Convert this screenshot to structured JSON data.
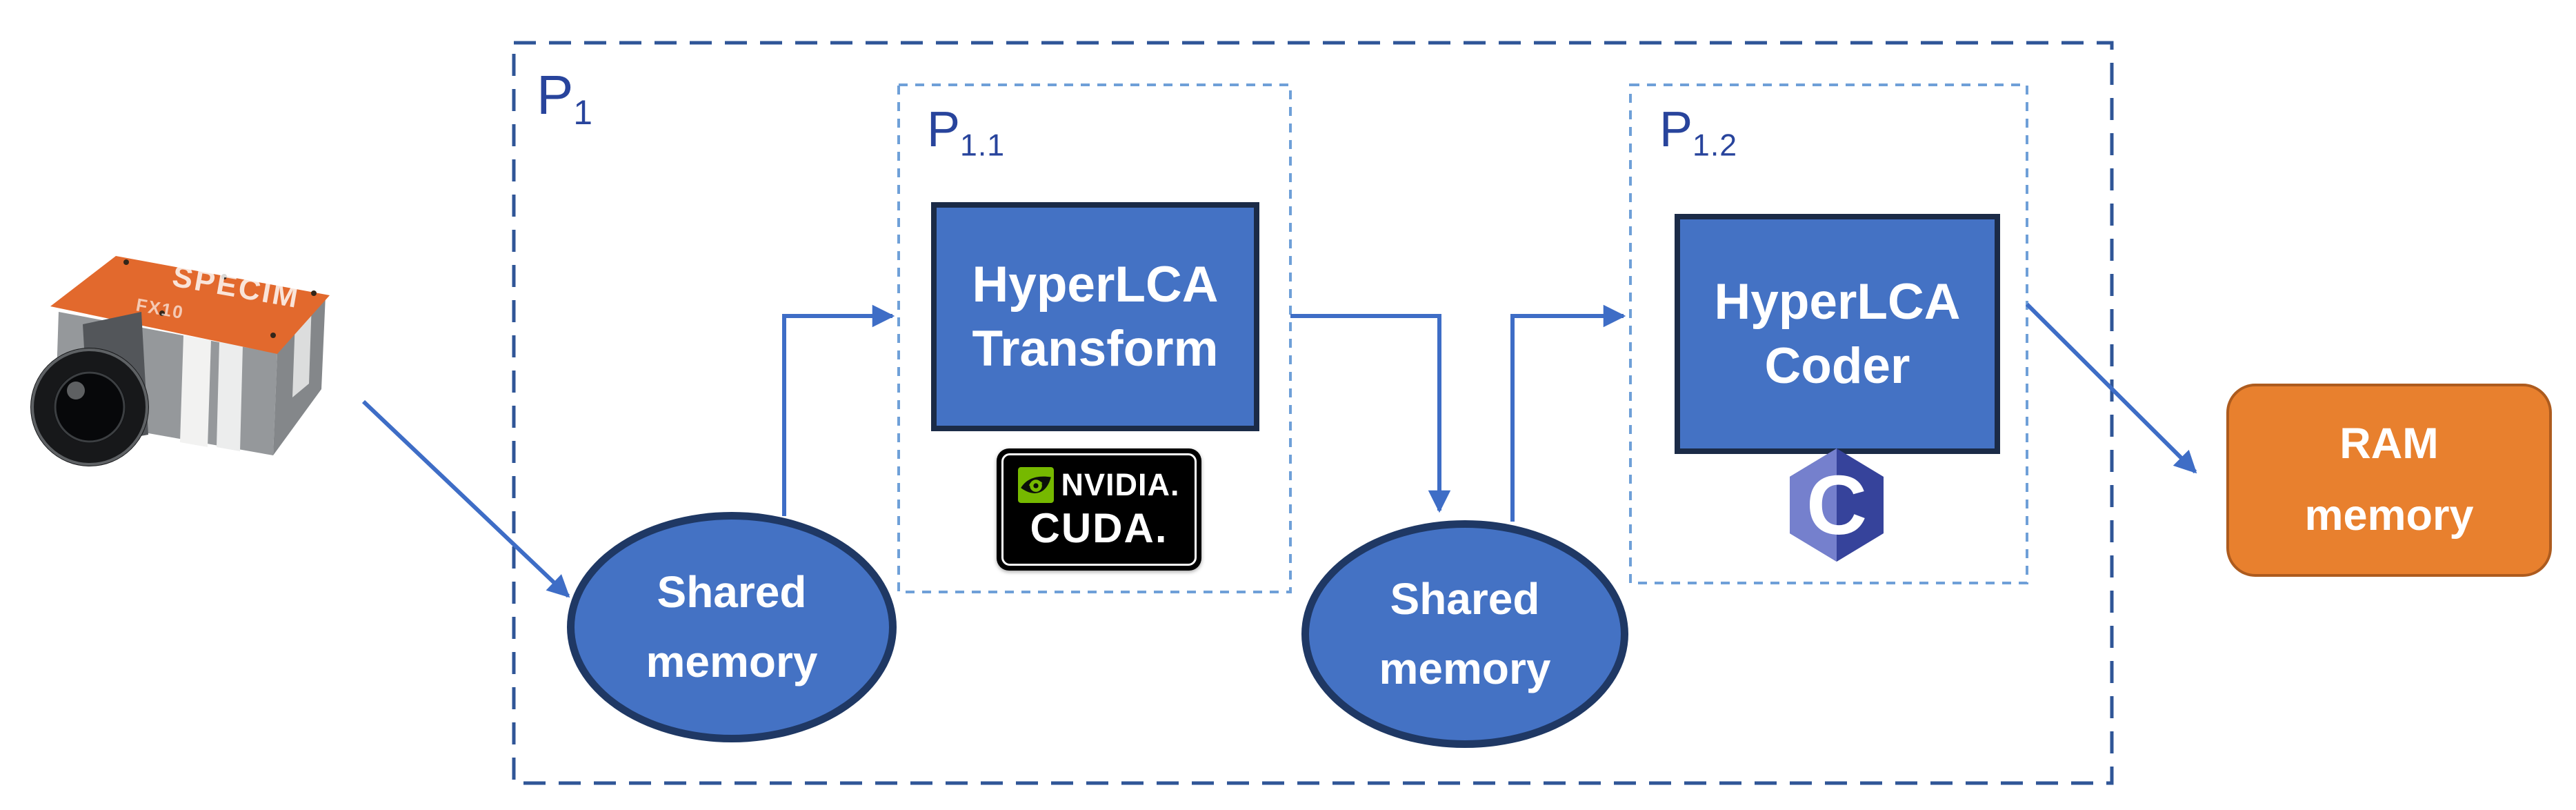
{
  "nodes": {
    "camera": {
      "brand": "SPECIM",
      "model": "FX10"
    },
    "process_p1": {
      "label": "P",
      "subscript": "1"
    },
    "process_p11": {
      "label": "P",
      "subscript": "1.1"
    },
    "process_p12": {
      "label": "P",
      "subscript": "1.2"
    },
    "hyperlca_transform": {
      "line1": "HyperLCA",
      "line2": "Transform"
    },
    "hyperlca_coder": {
      "line1": "HyperLCA",
      "line2": "Coder"
    },
    "shared_memory_1": {
      "line1": "Shared",
      "line2": "memory"
    },
    "shared_memory_2": {
      "line1": "Shared",
      "line2": "memory"
    },
    "ram_memory": {
      "line1": "RAM",
      "line2": "memory"
    },
    "cuda_logo": {
      "brand": "NVIDIA.",
      "product": "CUDA."
    },
    "c_logo": {
      "letter": "C"
    }
  },
  "colors": {
    "node_fill": "#4472C4",
    "node_border": "#1F3864",
    "box_border": "#1B2B47",
    "arrow": "#3E6DC6",
    "outer_dash": "#2F5597",
    "inner_dash": "#6FA0D8",
    "ram_fill": "#E8802E",
    "ram_border": "#AD5B1E",
    "nvidia_green": "#76B900",
    "camera_orange": "#E2692D",
    "label_blue": "#28449C"
  }
}
